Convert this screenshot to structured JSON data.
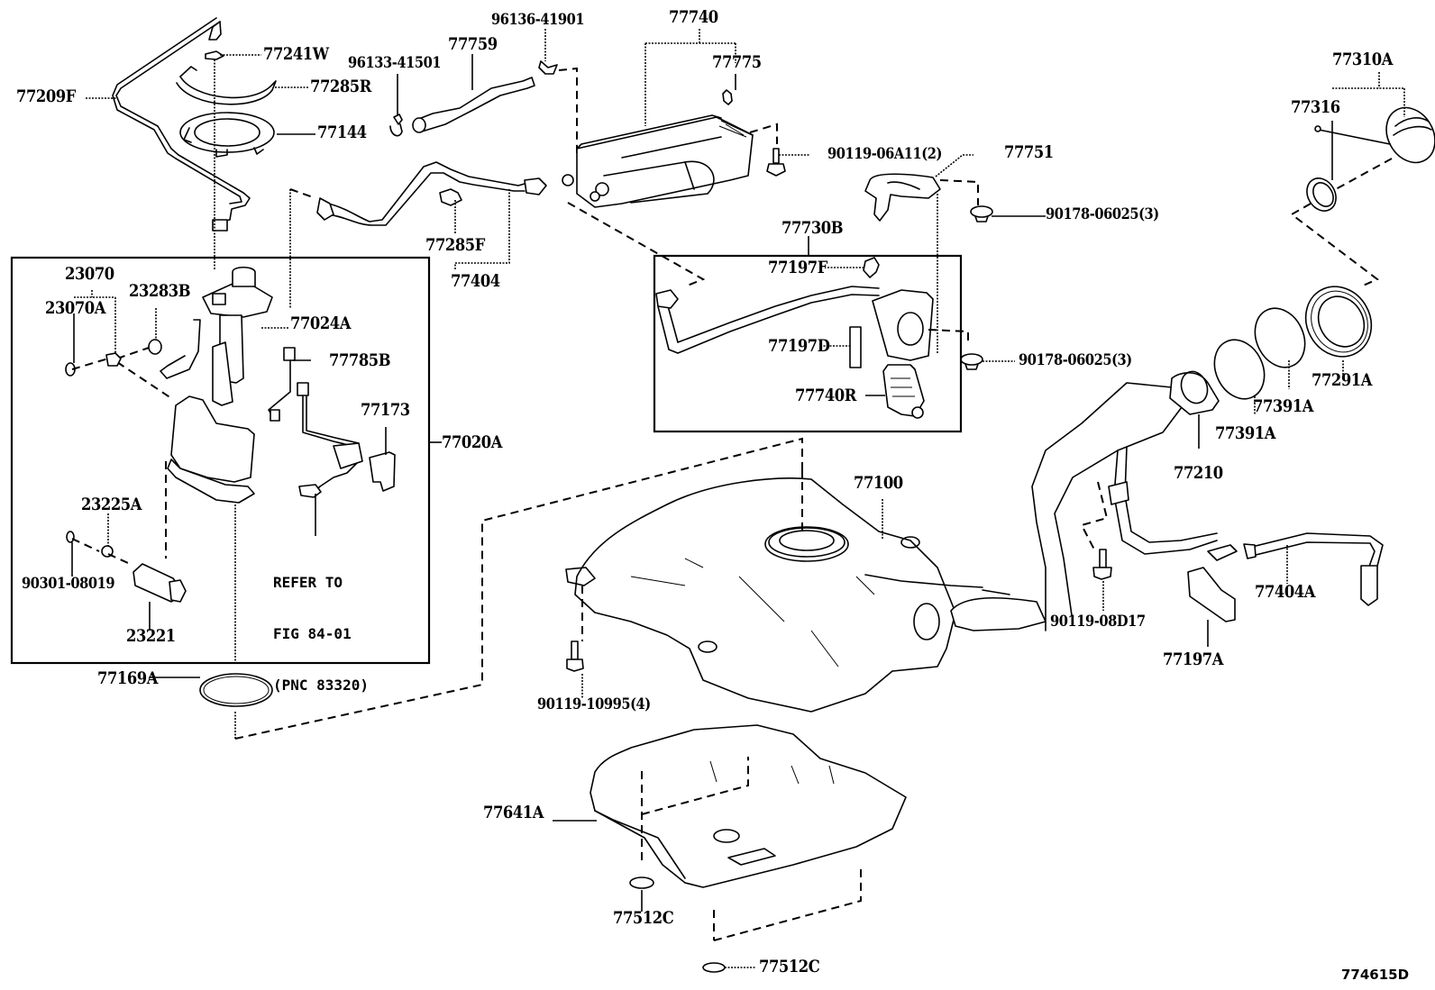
{
  "diagram": {
    "title": "Fuel tank & tube assembly exploded parts diagram",
    "figure_id": "774615D",
    "note": {
      "lines": [
        "REFER TO",
        "FIG 84-01",
        "(PNC 83320)"
      ]
    },
    "labels": {
      "p77209F": "77209F",
      "p77241W": "77241W",
      "p77285R": "77285R",
      "p77144": "77144",
      "p96133_41501": "96133-41501",
      "p77759": "77759",
      "p96136_41901": "96136-41901",
      "p77740": "77740",
      "p77775": "77775",
      "p90119_06A11": "90119-06A11(2)",
      "p77751": "77751",
      "p90178_06025_top": "90178-06025(3)",
      "p77310A": "77310A",
      "p77316": "77316",
      "p77285F": "77285F",
      "p77404": "77404",
      "p77730B": "77730B",
      "p77197F": "77197F",
      "p77197D": "77197D",
      "p77740R": "77740R",
      "p90178_06025_mid": "90178-06025(3)",
      "p77291A": "77291A",
      "p77391A_a": "77391A",
      "p77391A_b": "77391A",
      "p77210": "77210",
      "p23070": "23070",
      "p23070A": "23070A",
      "p23283B": "23283B",
      "p77024A": "77024A",
      "p77785B": "77785B",
      "p77173": "77173",
      "p77020A": "77020A",
      "p23225A": "23225A",
      "p90301_08019": "90301-08019",
      "p23221": "23221",
      "p77169A": "77169A",
      "p77100": "77100",
      "p90119_10995": "90119-10995(4)",
      "p90119_08D17": "90119-08D17",
      "p77404A": "77404A",
      "p77197A": "77197A",
      "p77641A": "77641A",
      "p77512C_a": "77512C",
      "p77512C_b": "77512C"
    }
  }
}
